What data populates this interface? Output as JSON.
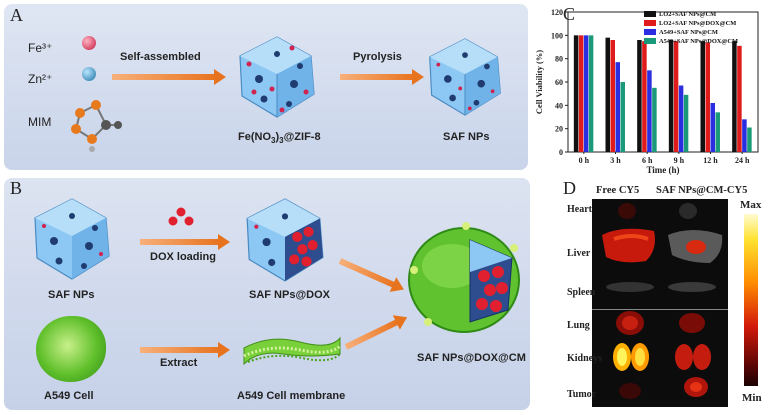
{
  "panelA": {
    "letter": "A",
    "fe": "Fe³⁺",
    "zn": "Zn²⁺",
    "mim": "MIM",
    "step1": "Self-assembled",
    "step2": "Pyrolysis",
    "intermediate_pre": "Fe(NO",
    "intermediate_sub1": "3",
    "intermediate_mid": ")",
    "intermediate_sub2": "3",
    "intermediate_post": "@ZIF-8",
    "product": "SAF NPs"
  },
  "panelB": {
    "letter": "B",
    "saf": "SAF NPs",
    "dox_loading": "DOX loading",
    "saf_dox": "SAF NPs@DOX",
    "cell": "A549 Cell",
    "extract": "Extract",
    "membrane": "A549 Cell membrane",
    "final": "SAF NPs@DOX@CM"
  },
  "panelC": {
    "letter": "C"
  },
  "panelD": {
    "letter": "D",
    "col1": "Free CY5",
    "col2": "SAF NPs@CM-CY5",
    "organs": [
      "Heart",
      "Liver",
      "Spleen",
      "Lung",
      "Kidneys",
      "Tumor"
    ],
    "scale_max": "Max",
    "scale_min": "Min"
  },
  "chart_data": {
    "type": "bar",
    "ylabel": "Cell Viability (%)",
    "xlabel": "Time (h)",
    "ylim": [
      0,
      120
    ],
    "yticks": [
      0,
      20,
      40,
      60,
      80,
      100,
      120
    ],
    "categories": [
      "0 h",
      "3 h",
      "6 h",
      "9 h",
      "12 h",
      "24 h"
    ],
    "legend_position": "top-right",
    "series": [
      {
        "name": "LO2+SAF NPs@CM",
        "color": "#111111",
        "values": [
          100,
          98,
          96,
          96,
          95,
          95
        ]
      },
      {
        "name": "LO2+SAF NPs@DOX@CM",
        "color": "#e01b1b",
        "values": [
          100,
          96,
          95,
          95,
          94,
          91
        ]
      },
      {
        "name": "A549+SAF NPs@CM",
        "color": "#2a2ee0",
        "values": [
          100,
          77,
          70,
          57,
          42,
          28
        ]
      },
      {
        "name": "A549+SAF NPs@DOX@CM",
        "color": "#1a9a7a",
        "values": [
          100,
          60,
          55,
          49,
          34,
          21
        ]
      }
    ]
  }
}
